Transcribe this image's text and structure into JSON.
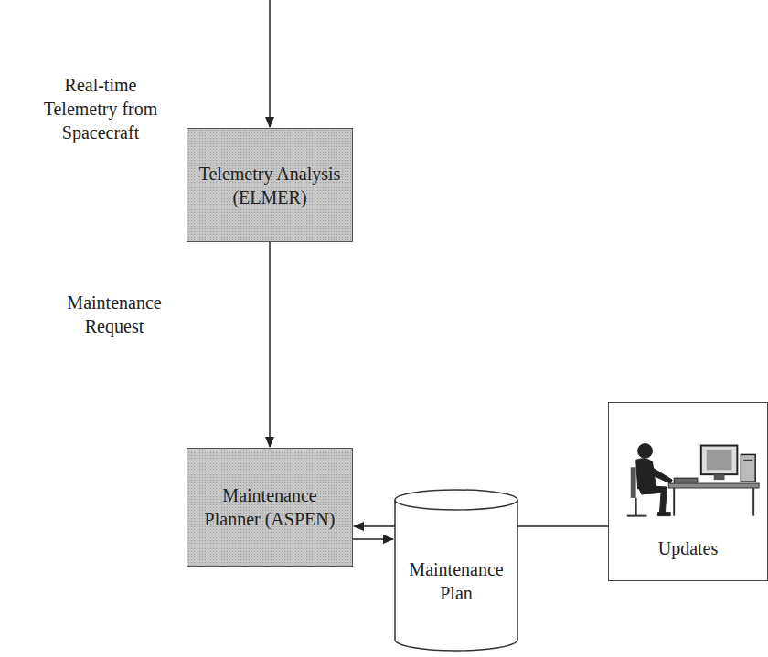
{
  "diagram": {
    "nodes": [
      {
        "text": [
          "Telemetry Analysis (ELMER)"
        ]
      },
      {
        "text": [
          "Maintenance Planner (ASPEN)"
        ]
      },
      {
        "text": [
          "Maintenance Plan"
        ]
      },
      {
        "text": [
          "Updates"
        ]
      }
    ],
    "edges": [
      {
        "from": 0,
        "to": 1,
        "arrow": "to",
        "label": "Maintenance Request"
      },
      {
        "from": 3,
        "to": 1,
        "arrow": "to"
      },
      {
        "from": 1,
        "to": 2,
        "arrow": "to"
      }
    ],
    "labels": [
      "Real-time Telemetry from Spacecraft"
    ]
  }
}
